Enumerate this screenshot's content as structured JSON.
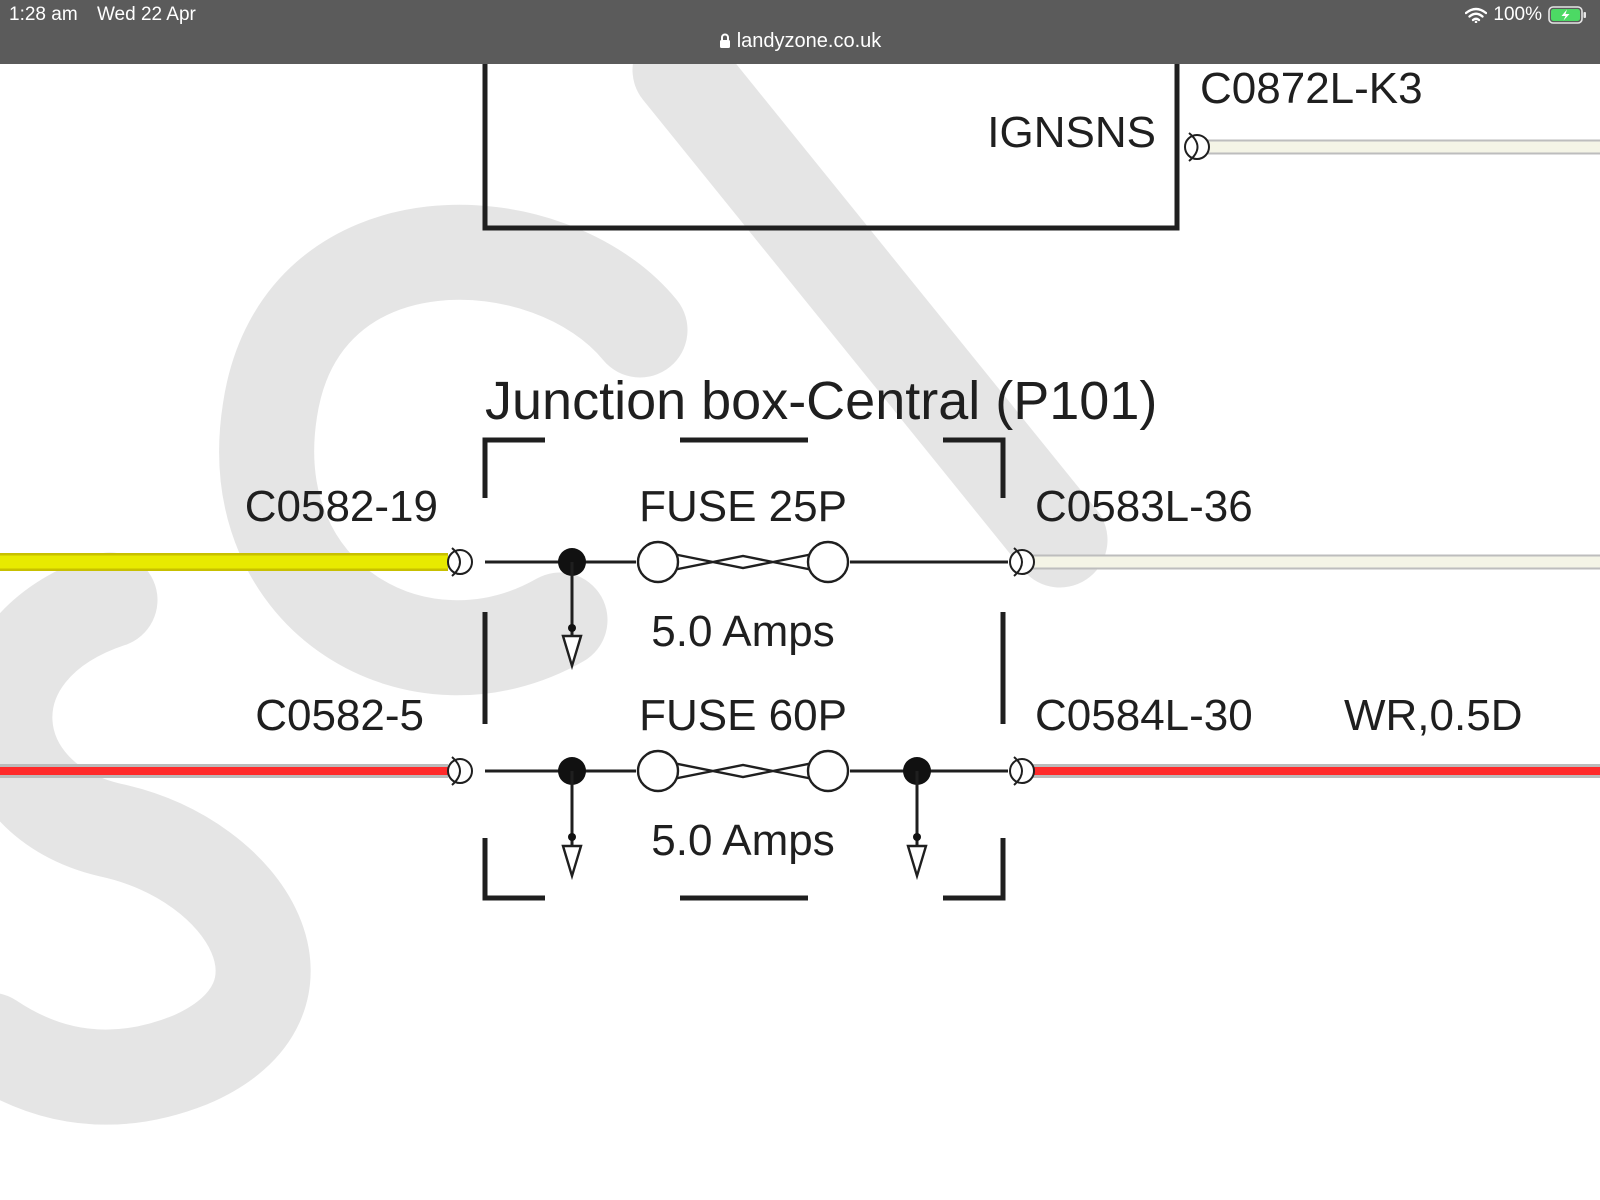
{
  "status_bar": {
    "time": "1:28 am",
    "date": "Wed 22 Apr",
    "url": "landyzone.co.uk",
    "battery": "100%",
    "icons": [
      "lock-icon",
      "wifi-icon",
      "battery-charging-icon"
    ]
  },
  "diagram": {
    "module_pin": "IGNSNS",
    "top_connector": "C0872L-K3",
    "junction_title": "Junction box-Central (P101)",
    "rows": [
      {
        "left_connector": "C0582-19",
        "fuse": "FUSE 25P",
        "rating": "5.0 Amps",
        "right_connector": "C0583L-36",
        "wire_code": "",
        "left_wire_color": "#e8ea00",
        "right_wire_color": "#f4f4e6"
      },
      {
        "left_connector": "C0582-5",
        "fuse": "FUSE 60P",
        "rating": "5.0 Amps",
        "right_connector": "C0584L-30",
        "wire_code": "WR,0.5D",
        "left_wire_color": "#ff2a2a",
        "right_wire_color": "#ff2a2a"
      }
    ]
  },
  "colors": {
    "status_bar_bg": "#5b5b5b",
    "battery_green": "#4cd964",
    "watermark": "#e5e5e5",
    "ink": "#1f1f1f"
  }
}
